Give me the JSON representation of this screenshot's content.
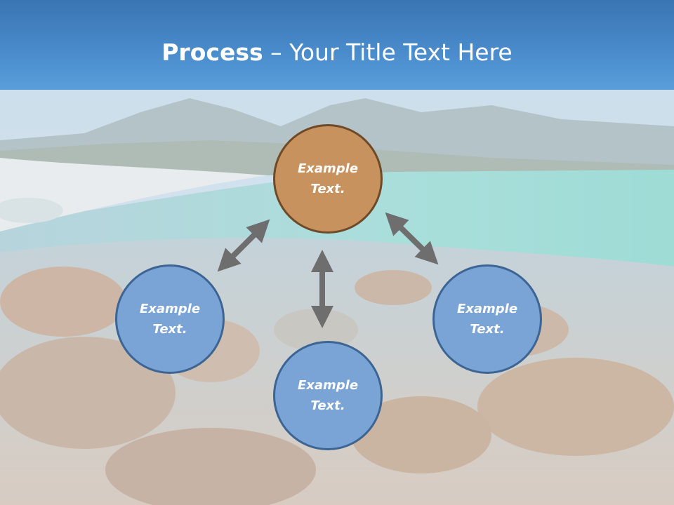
{
  "title": {
    "bold": "Process",
    "rest": " – Your Title Text Here"
  },
  "colors": {
    "title_bar": "#4a8ccc",
    "circle_blue": "#7aa3d6",
    "circle_blue_border": "#3d6594",
    "circle_orange": "#c8925e",
    "circle_orange_border": "#6e4a28",
    "arrow": "#6e6e6e"
  },
  "nodes": {
    "top": "Example\nText.",
    "left": "Example\nText.",
    "right": "Example\nText.",
    "bottom": "Example\nText."
  },
  "arrow_icon": "double-headed-arrow"
}
